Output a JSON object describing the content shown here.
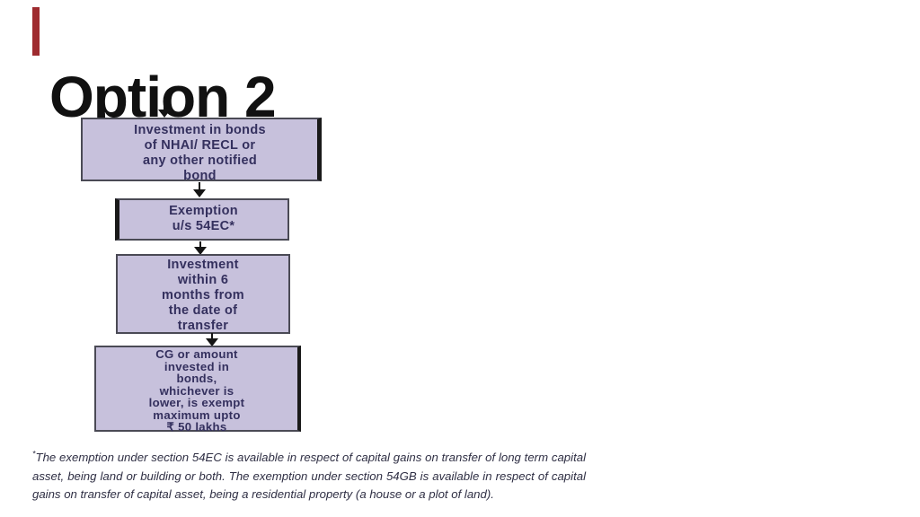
{
  "slide": {
    "title": "Option 2",
    "accent_bar_color": "#9e2b2f",
    "flowchart": {
      "box_fill_color": "#c7c1dc",
      "box_text_color": "#34305e",
      "arrow_color": "#151515",
      "boxes": [
        {
          "id": "investment-bonds",
          "text": "Investment in bonds\nof NHAI/ RECL or\nany other notified\nbond"
        },
        {
          "id": "exemption-54ec",
          "text": "Exemption\nu/s 54EC*"
        },
        {
          "id": "investment-period",
          "text": "Investment\nwithin 6\nmonths from\nthe date of\ntransfer"
        },
        {
          "id": "exempt-amount",
          "text": "CG or amount\ninvested in\nbonds,\nwhichever is\nlower, is exempt\nmaximum upto\n₹ 50 lakhs"
        }
      ]
    },
    "footnote": {
      "marker": "*",
      "text": "The exemption under section 54EC is available in respect of capital gains on transfer of long term capital asset, being land or building or both. The exemption under section 54GB is available in respect of capital gains on transfer of capital asset, being a residential property (a house or a plot of land)."
    }
  }
}
